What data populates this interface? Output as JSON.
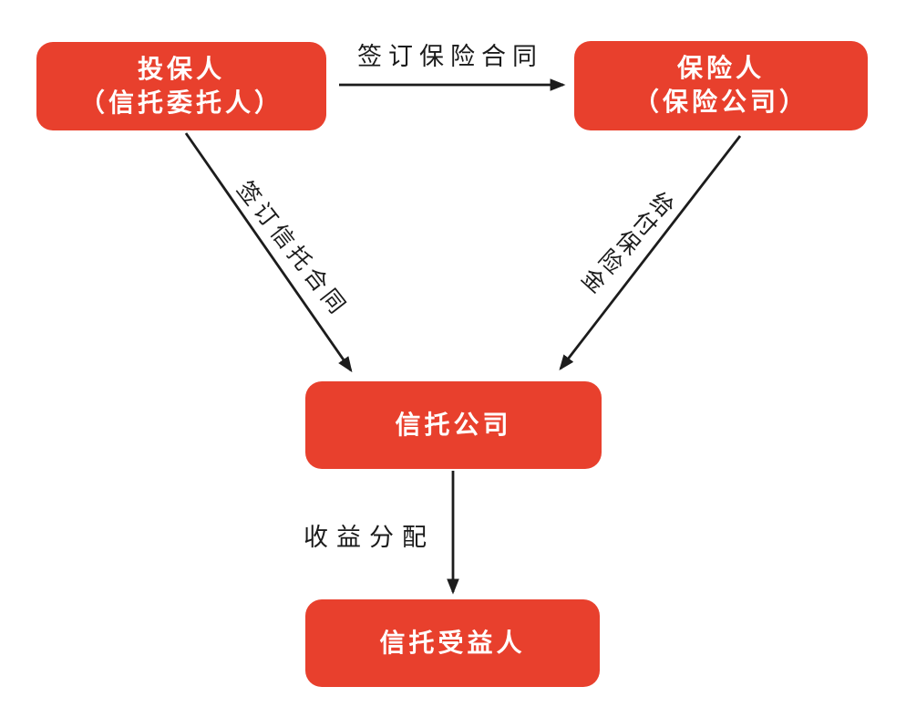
{
  "diagram": {
    "title_implied": "",
    "nodes": {
      "policyholder": {
        "lines": [
          "投保人",
          "（信托委托人）"
        ]
      },
      "insurer": {
        "lines": [
          "保险人",
          "（保险公司）"
        ]
      },
      "trust_company": {
        "lines": [
          "信托公司"
        ]
      },
      "beneficiary": {
        "lines": [
          "信托受益人"
        ]
      }
    },
    "edges": {
      "sign_insurance_contract": {
        "label": "签订保险合同",
        "from": "policyholder",
        "to": "insurer"
      },
      "sign_trust_contract": {
        "label": "签订信托合同",
        "from": "policyholder",
        "to": "trust_company"
      },
      "pay_insurance_benefit": {
        "label": "给付保险金",
        "from": "insurer",
        "to": "trust_company"
      },
      "income_distribution": {
        "label": "收益分配",
        "from": "trust_company",
        "to": "beneficiary"
      }
    },
    "colors": {
      "node_fill": "#e8402d",
      "node_text": "#ffffff",
      "arrow": "#1c1c1c",
      "background": "#ffffff"
    }
  }
}
